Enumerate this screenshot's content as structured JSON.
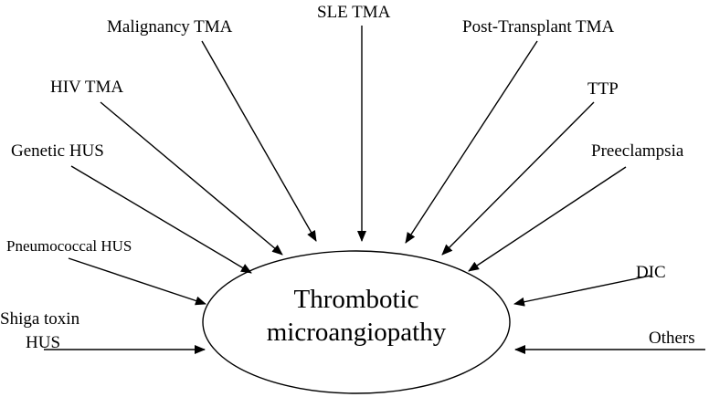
{
  "center": {
    "line1": "Thrombotic",
    "line2": "microangiopathy"
  },
  "causes": {
    "sle_tma": "SLE TMA",
    "malignancy_tma": "Malignancy TMA",
    "post_transplant_tma": "Post-Transplant TMA",
    "hiv_tma": "HIV TMA",
    "ttp": "TTP",
    "genetic_hus": "Genetic HUS",
    "preeclampsia": "Preeclampsia",
    "pneumococcal_hus": "Pneumococcal HUS",
    "dic": "DIC",
    "shiga_line1": "Shiga toxin",
    "shiga_line2": "HUS",
    "others": "Others"
  },
  "colors": {
    "stroke": "#000000",
    "background": "#ffffff"
  }
}
